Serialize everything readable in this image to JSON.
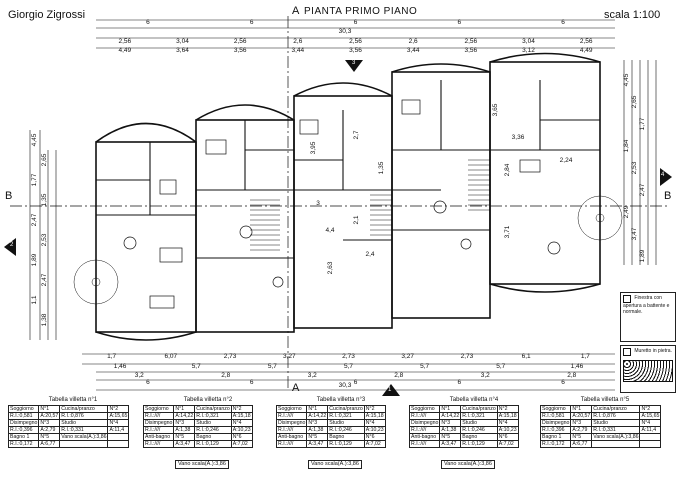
{
  "header": {
    "author": "Giorgio Zigrossi",
    "title": "PIANTA PRIMO PIANO",
    "scale": "scala 1:100"
  },
  "section_marks": {
    "a_top": "A",
    "a_bottom": "A",
    "b_left": "B",
    "b_right": "B"
  },
  "markers": {
    "m1": "1",
    "m2": "2",
    "m3": "3",
    "m4": "4"
  },
  "dims_top": {
    "total": "30,3",
    "row1": [
      "6",
      "6",
      "6",
      "6",
      "6"
    ],
    "row2": [
      "2,56",
      "3,04",
      "2,56",
      "2,6",
      "2,56",
      "2,6",
      "2,56",
      "3,04",
      "2,56"
    ],
    "row3": [
      "4,49",
      "3,64",
      "3,56",
      "3,44",
      "3,56",
      "3,44",
      "3,56",
      "3,12",
      "4,49"
    ]
  },
  "dims_bottom": {
    "total": "30,3",
    "row1": [
      "1,7",
      "6,07",
      "2,73",
      "3,27",
      "2,73",
      "3,27",
      "2,73",
      "6,1",
      "1,7"
    ],
    "row2": [
      "1,46",
      "5,7",
      "5,7",
      "5,7",
      "5,7",
      "5,7",
      "1,46"
    ],
    "row3": [
      "3,2",
      "2,8",
      "3,2",
      "2,8",
      "3,2",
      "2,8"
    ],
    "row4": [
      "6",
      "6",
      "6",
      "6",
      "6"
    ]
  },
  "dims_left": [
    "4,45",
    "2,65",
    "1,77",
    "1,35",
    "2,47",
    "2,53",
    "1,89",
    "2,47",
    "1,1",
    "1,38"
  ],
  "dims_right": [
    "4,45",
    "2,65",
    "1,77",
    "1,84",
    "2,53",
    "2,47",
    "2,49",
    "3,47",
    "1,89"
  ],
  "room_labels": [
    "3,95",
    "2,7",
    "1,35",
    "3",
    "2,1",
    "4,4",
    "2,4",
    "2,63",
    "3,65",
    "3,36",
    "2,84",
    "2,24",
    "3,71"
  ],
  "tables": [
    {
      "title": "Tabella villetta n°1",
      "cells": [
        [
          "Soggiorno",
          "N°1",
          "Cucina/pranzo",
          "N°2"
        ],
        [
          "R.I.:0,581",
          "A:20,57",
          "R.I.:0,876",
          "A:15,65"
        ],
        [
          "Disimpegno",
          "N°3",
          "Studio",
          "N°4"
        ],
        [
          "R.I.:0,396",
          "A:2,79",
          "R.I.:0,331",
          "A:11,4"
        ],
        [
          "Bagno 1",
          "N°5",
          "Vano scala(A.):3,86",
          ""
        ],
        [
          "R.I.:0,172",
          "A:6,77",
          "",
          ""
        ]
      ],
      "vano": ""
    },
    {
      "title": "Tabella villetta n°2",
      "cells": [
        [
          "Soggiorno",
          "N°1",
          "Cucina/pranzo",
          "N°2"
        ],
        [
          "R.I.:////",
          "A:14,22",
          "R.I.:0,321",
          "A:15,18"
        ],
        [
          "Disimpegno",
          "N°3",
          "Studio",
          "N°4"
        ],
        [
          "R.I.:////",
          "A:1,38",
          "R.I.:0,246",
          "A:10,23"
        ],
        [
          "Anti-bagno",
          "N°5",
          "Bagno",
          "N°6"
        ],
        [
          "R.I.:////",
          "A:3,47",
          "R.I.:0,129",
          "A:7,02"
        ]
      ],
      "vano": "Vano scala(A.):3,86"
    },
    {
      "title": "Tabella villetta n°3",
      "cells": [
        [
          "Soggiorno",
          "N°1",
          "Cucina/pranzo",
          "N°2"
        ],
        [
          "R.I.:////",
          "A:14,22",
          "R.I.:0,321",
          "A:15,18"
        ],
        [
          "Disimpegno",
          "N°3",
          "Studio",
          "N°4"
        ],
        [
          "R.I.:////",
          "A:1,38",
          "R.I.:0,246",
          "A:10,23"
        ],
        [
          "Anti-bagno",
          "N°5",
          "Bagno",
          "N°6"
        ],
        [
          "R.I.:////",
          "A:3,47",
          "R.I.:0,129",
          "A:7,02"
        ]
      ],
      "vano": "Vano scala(A.):3,86"
    },
    {
      "title": "Tabella villetta n°4",
      "cells": [
        [
          "Soggiorno",
          "N°1",
          "Cucina/pranzo",
          "N°2"
        ],
        [
          "R.I.:////",
          "A:14,22",
          "R.I.:0,321",
          "A:15,18"
        ],
        [
          "Disimpegno",
          "N°3",
          "Studio",
          "N°4"
        ],
        [
          "R.I.:////",
          "A:1,38",
          "R.I.:0,246",
          "A:10,23"
        ],
        [
          "Anti-bagno",
          "N°5",
          "Bagno",
          "N°6"
        ],
        [
          "R.I.:////",
          "A:3,47",
          "R.I.:0,129",
          "A:7,02"
        ]
      ],
      "vano": "Vano scala(A.):3,86"
    },
    {
      "title": "Tabella villetta n°5",
      "cells": [
        [
          "Soggiorno",
          "N°1",
          "Cucina/pranzo",
          "N°2"
        ],
        [
          "R.I.:0,581",
          "A:20,57",
          "R.I.:0,876",
          "A:15,65"
        ],
        [
          "Disimpegno",
          "N°3",
          "Studio",
          "N°4"
        ],
        [
          "R.I.:0,396",
          "A:2,79",
          "R.I.:0,331",
          "A:11,4"
        ],
        [
          "Bagno 1",
          "N°5",
          "Vano scala(A.):3,86",
          ""
        ],
        [
          "R.I.:0,172",
          "A:6,77",
          "",
          ""
        ]
      ],
      "vano": ""
    }
  ],
  "legend": {
    "window": "Finestra con apertura a battente e normale.",
    "wall": "Muretto in pietra."
  }
}
